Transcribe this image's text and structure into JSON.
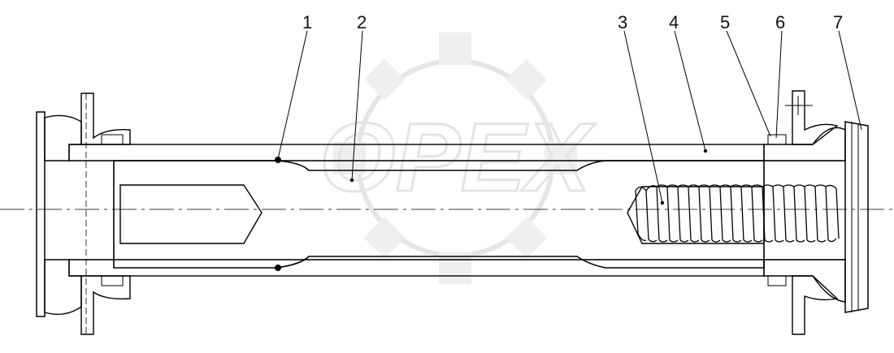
{
  "diagram": {
    "callouts": [
      {
        "label": "1"
      },
      {
        "label": "2"
      },
      {
        "label": "3"
      },
      {
        "label": "4"
      },
      {
        "label": "5"
      },
      {
        "label": "6"
      },
      {
        "label": "7"
      }
    ],
    "watermark_text": "OPEX",
    "colors": {
      "line": "#000000",
      "watermark": "#d9d9d9",
      "background": "#ffffff"
    }
  }
}
